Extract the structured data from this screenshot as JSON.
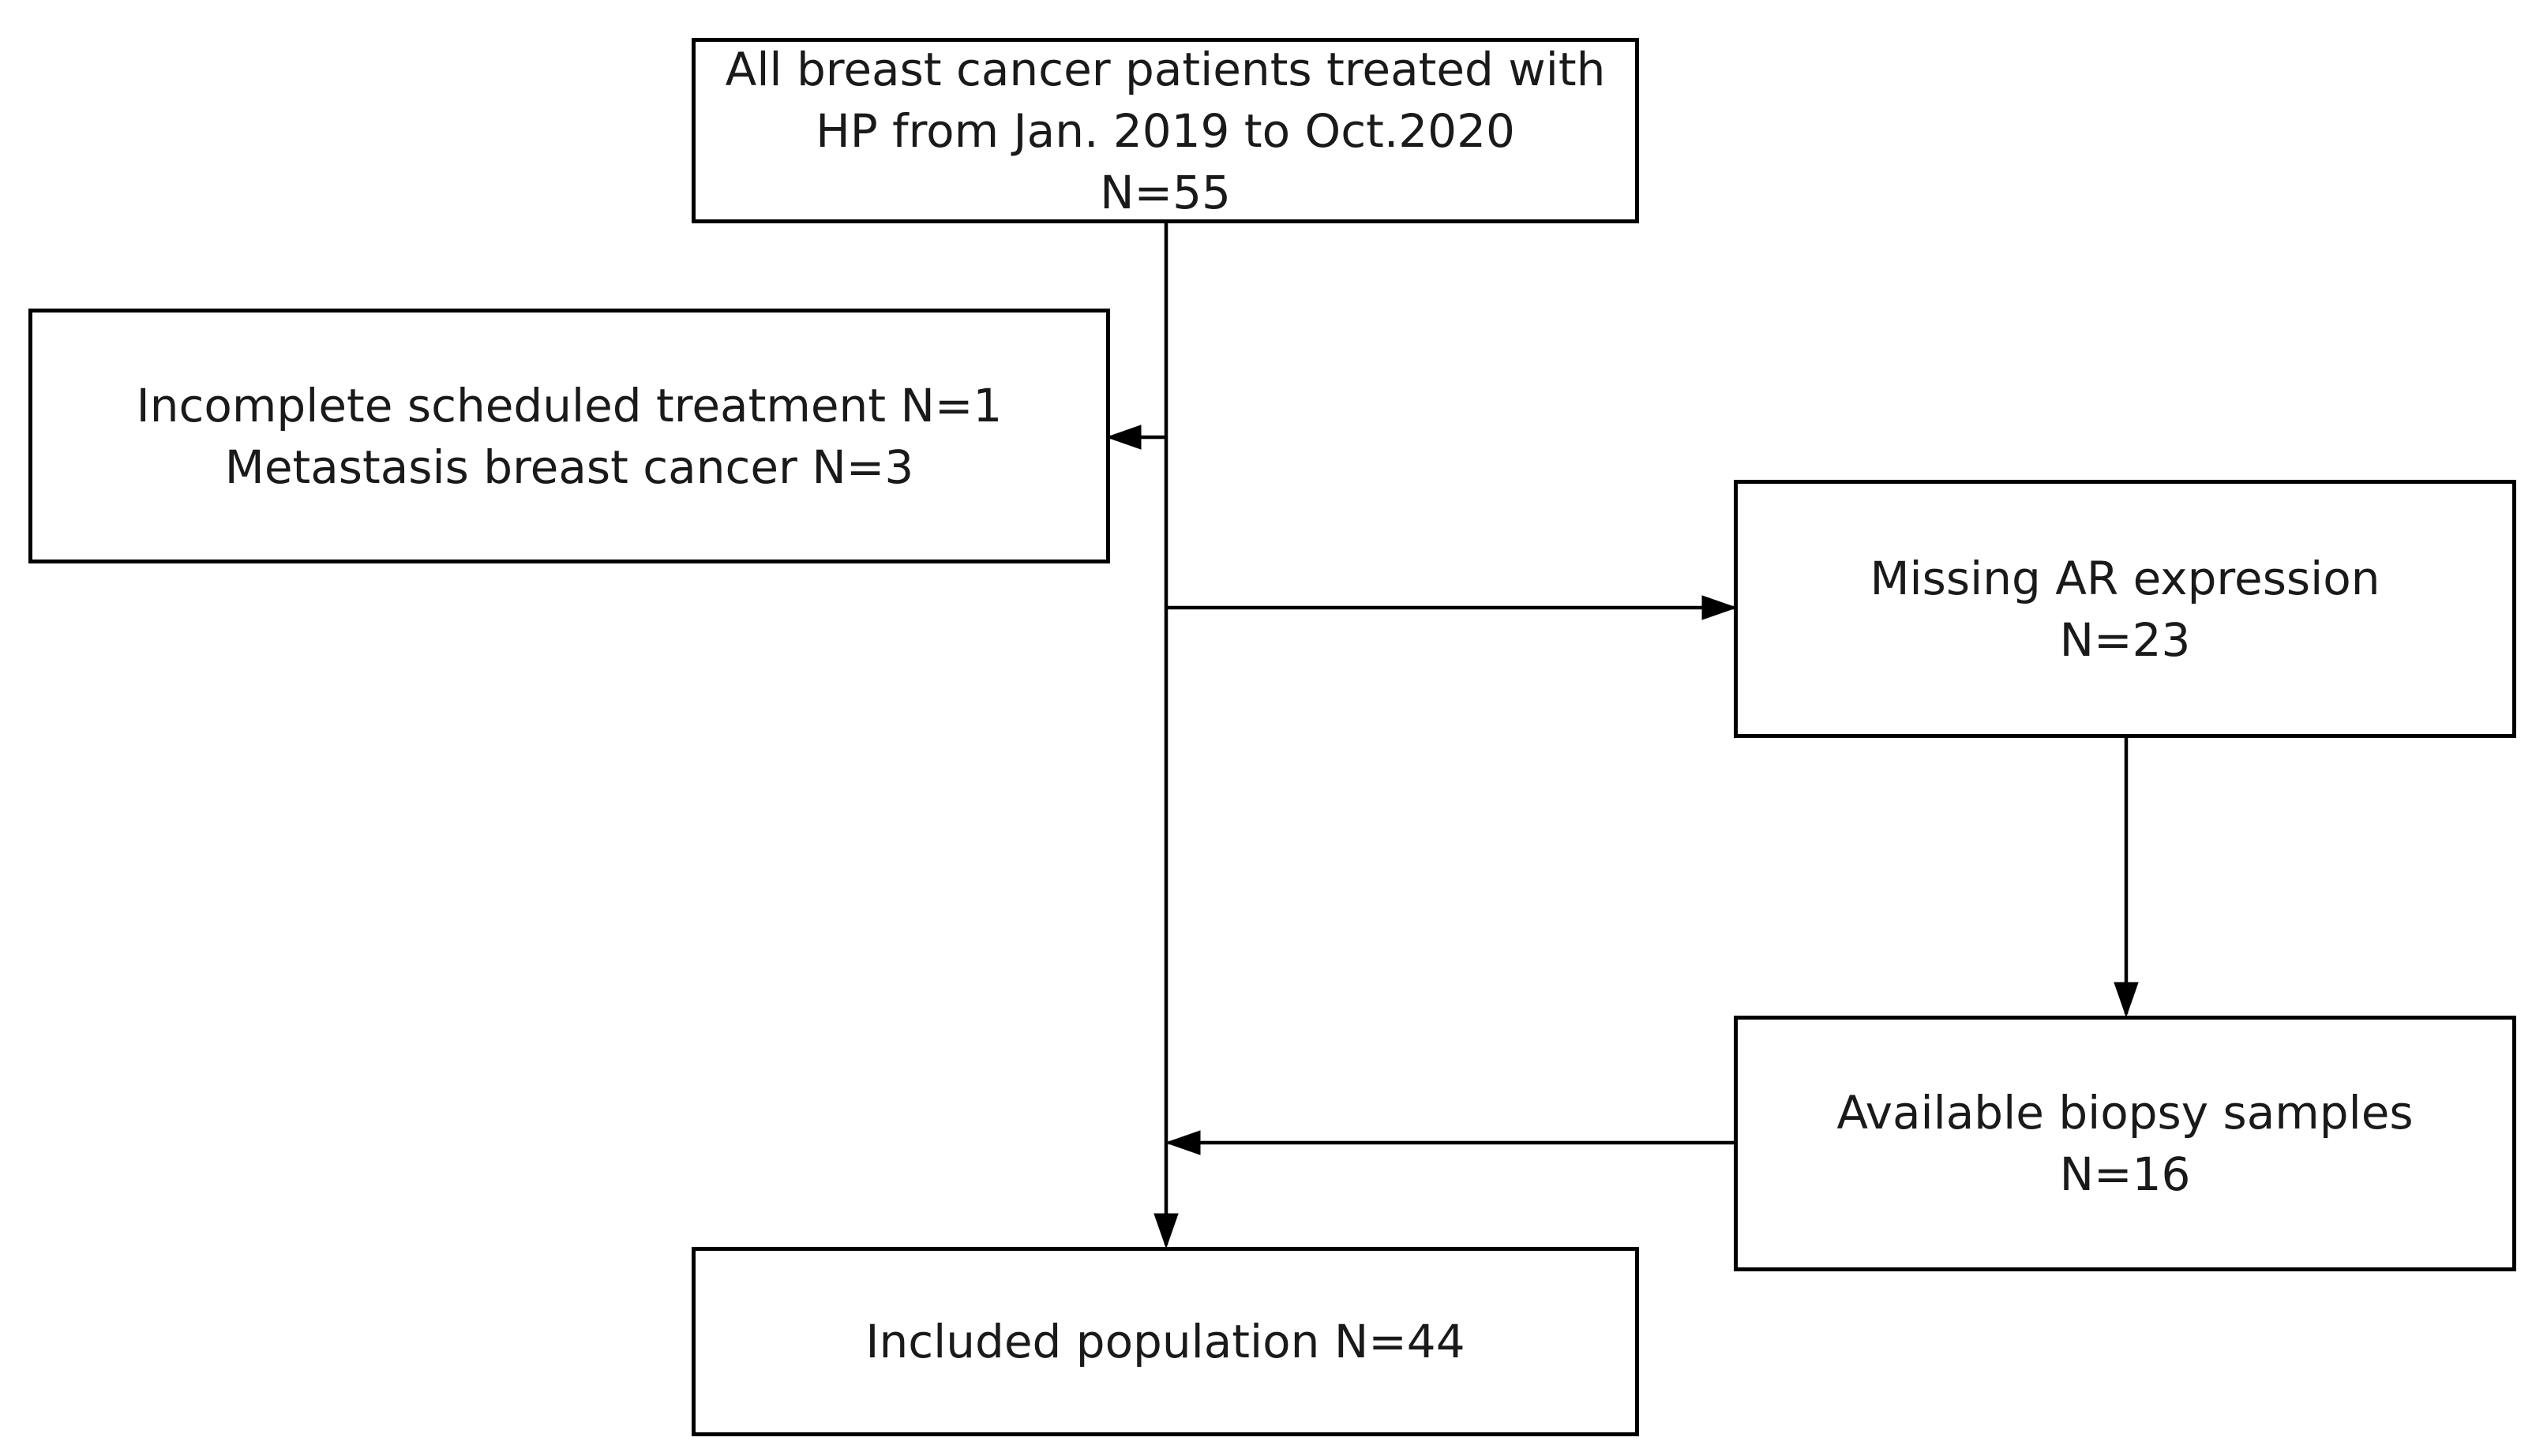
{
  "flowchart": {
    "nodes": {
      "all_patients": {
        "lines": [
          "All breast cancer patients treated with",
          "HP from Jan. 2019 to Oct.2020",
          "N=55"
        ]
      },
      "excluded": {
        "lines": [
          "Incomplete scheduled treatment N=1",
          "Metastasis breast cancer N=3"
        ]
      },
      "missing_ar": {
        "lines": [
          "Missing AR expression",
          "N=23"
        ]
      },
      "biopsy": {
        "lines": [
          "Available biopsy samples",
          "N=16"
        ]
      },
      "included": {
        "lines": [
          "Included population N=44"
        ]
      }
    },
    "edges": [
      {
        "from": "all_patients",
        "to": "excluded"
      },
      {
        "from": "all_patients",
        "to": "missing_ar"
      },
      {
        "from": "missing_ar",
        "to": "biopsy"
      },
      {
        "from": "biopsy",
        "to": "included"
      },
      {
        "from": "all_patients",
        "to": "included"
      }
    ]
  }
}
